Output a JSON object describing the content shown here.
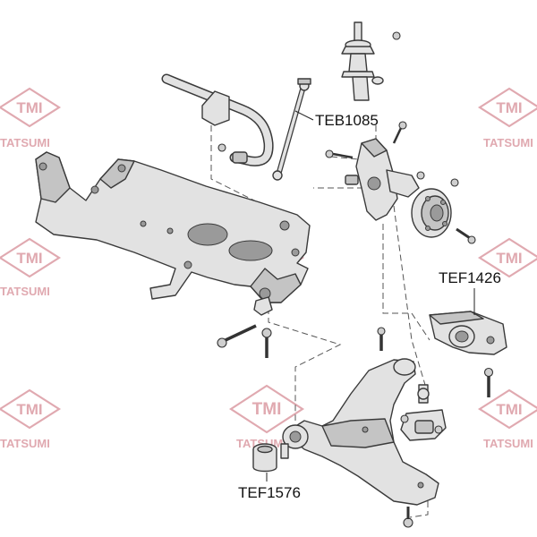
{
  "watermark": {
    "logo_text": "TMI",
    "brand_text": "TATSUMI",
    "color": "#e0a9b0"
  },
  "labels": {
    "stabilizer_link": "TEB1085",
    "bushing_rear": "TEF1426",
    "bushing_front": "TEF1576"
  },
  "colors": {
    "line": "#3a3a3a",
    "fill": "#e2e2e2",
    "label": "#111111"
  }
}
